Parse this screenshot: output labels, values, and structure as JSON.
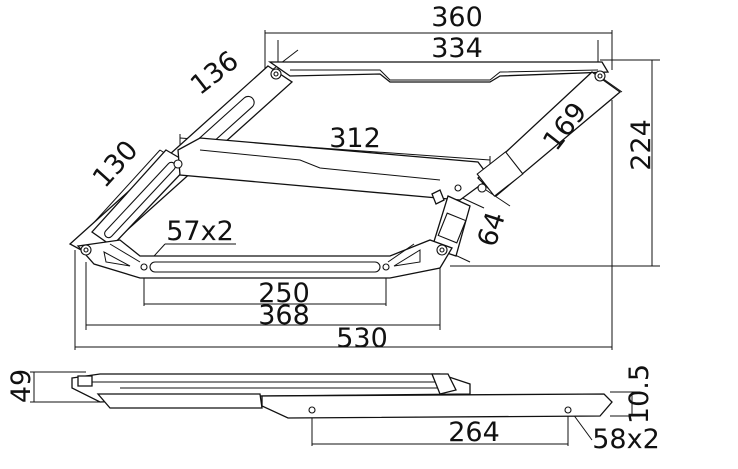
{
  "dimensions": {
    "overall_top_width": "360",
    "inner_top_width": "334",
    "upper_arm_length": "136",
    "lower_arm_length": "130",
    "cross_link_length": "312",
    "right_arm_length": "169",
    "overall_height": "224",
    "right_link_length": "64",
    "holes_top": "57x2",
    "base_slot": "250",
    "base_holes_span": "368",
    "overall_width": "530",
    "side_height": "49",
    "side_thickness": "10.5",
    "side_holes_span": "264",
    "holes_side": "58x2"
  },
  "colors": {
    "line": "#111111",
    "background": "#ffffff"
  }
}
